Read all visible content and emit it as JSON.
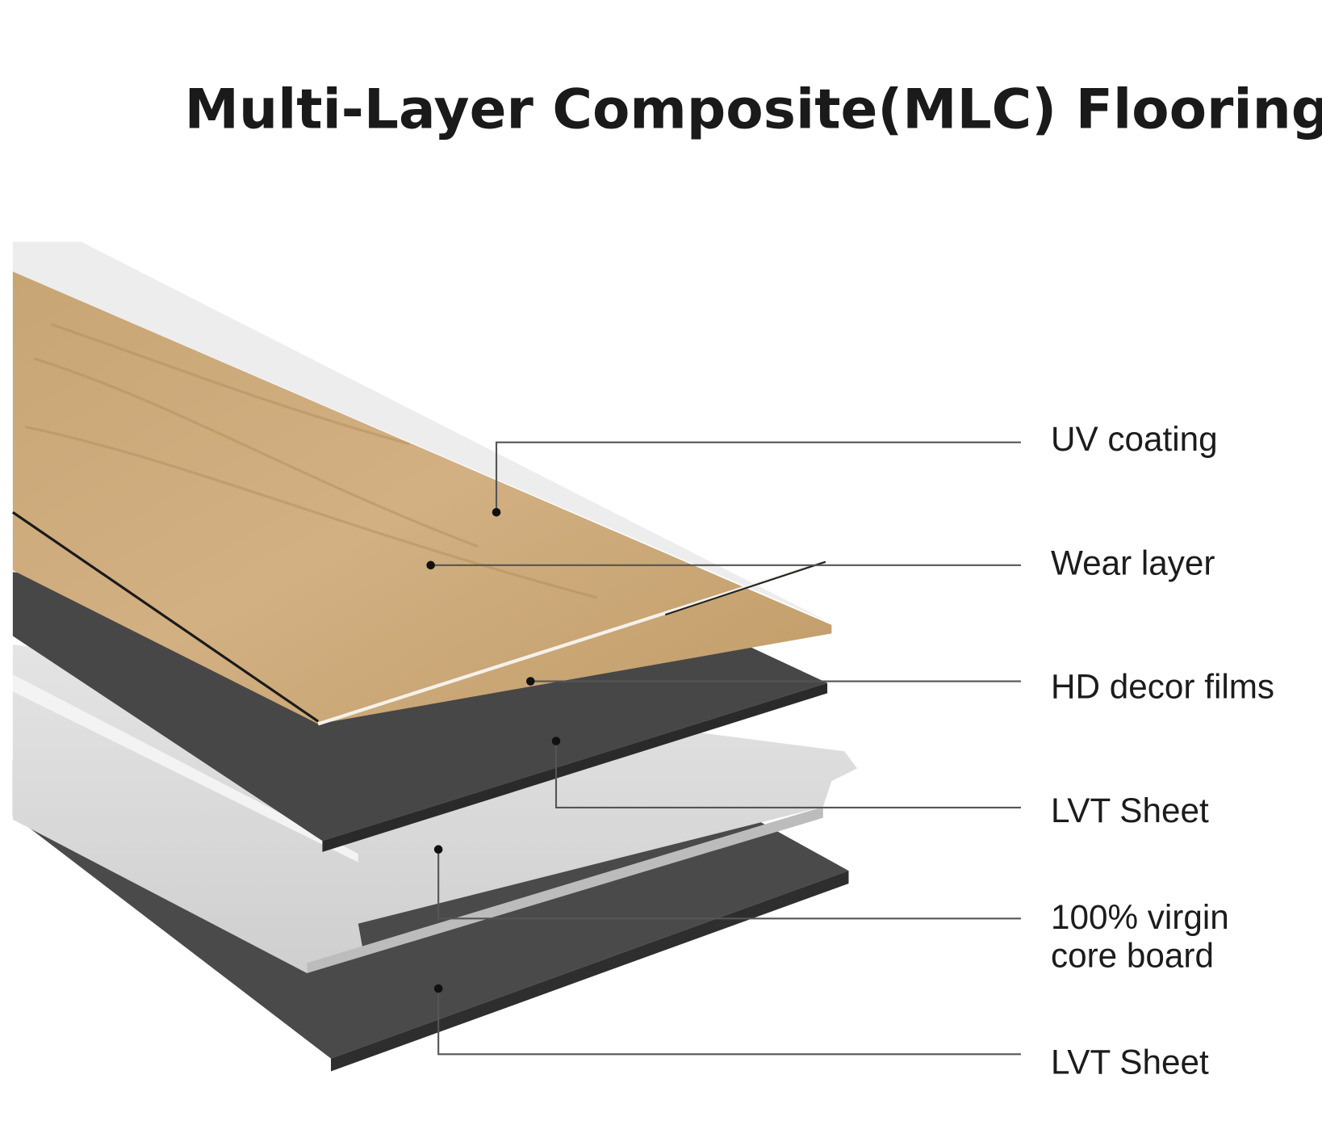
{
  "title": "Multi-Layer Composite(MLC) Flooring",
  "layers": [
    {
      "label": "UV coating"
    },
    {
      "label": "Wear layer"
    },
    {
      "label": "HD decor films"
    },
    {
      "label": "LVT Sheet"
    },
    {
      "label_line1": "100% virgin",
      "label_line2": "core board"
    },
    {
      "label": "LVT Sheet"
    }
  ],
  "colors": {
    "wood": "#c9a676",
    "lvt": "#474747",
    "core": "#d8d8d8"
  }
}
